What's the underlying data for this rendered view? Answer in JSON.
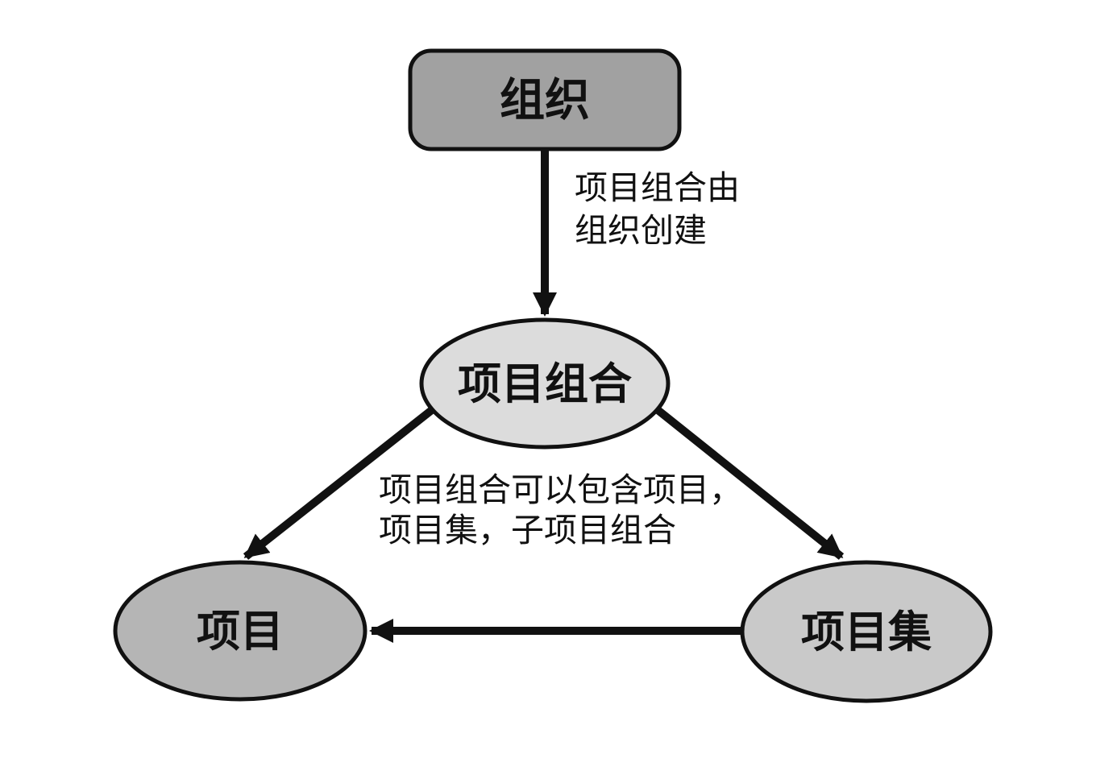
{
  "diagram": {
    "background": "#ffffff",
    "stroke_color": "#111111",
    "text_color": "#111111",
    "nodes": {
      "organization": {
        "label": "组织",
        "shape": "rounded-rectangle",
        "fill": "#a1a1a1"
      },
      "portfolio": {
        "label": "项目组合",
        "shape": "ellipse",
        "fill": "#dcdcdc"
      },
      "project": {
        "label": "项目",
        "shape": "ellipse",
        "fill": "#b5b5b5"
      },
      "program": {
        "label": "项目集",
        "shape": "ellipse",
        "fill": "#c9c9c9"
      }
    },
    "edges": [
      {
        "from": "organization",
        "to": "portfolio",
        "label_line1": "项目组合由",
        "label_line2": "组织创建"
      },
      {
        "from": "portfolio",
        "to": "project",
        "label_line1": "项目组合可以包含项目，",
        "label_line2": "项目集，子项目组合"
      },
      {
        "from": "portfolio",
        "to": "program"
      },
      {
        "from": "program",
        "to": "project"
      }
    ]
  }
}
